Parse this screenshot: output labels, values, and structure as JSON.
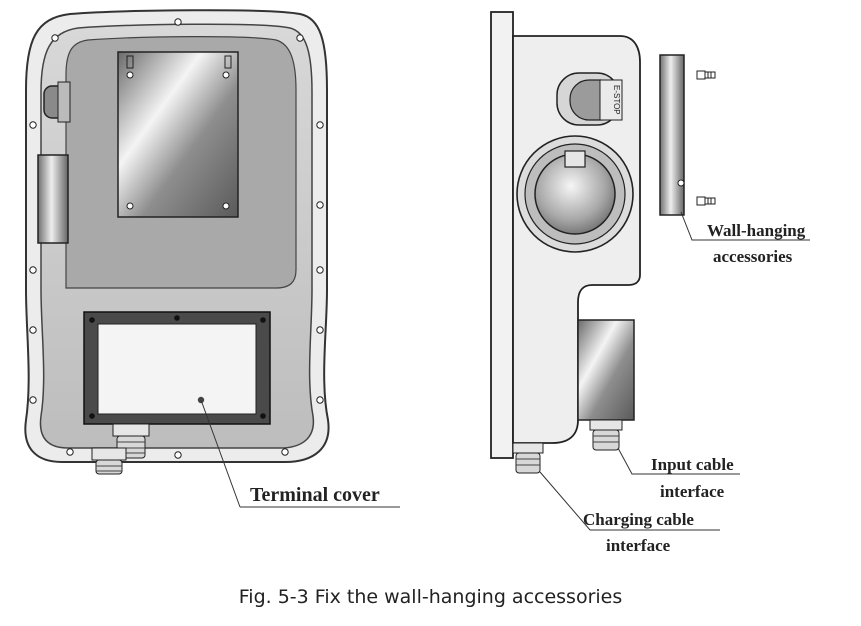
{
  "labels": {
    "terminal_cover": "Terminal cover",
    "wall_hanging_line1": "Wall-hanging",
    "wall_hanging_line2": "accessories",
    "input_cable_line1": "Input cable",
    "input_cable_line2": "interface",
    "charging_cable_line1": "Charging cable",
    "charging_cable_line2": "interface",
    "estop": "E-STOP"
  },
  "caption": "Fig. 5-3 Fix the wall-hanging accessories"
}
